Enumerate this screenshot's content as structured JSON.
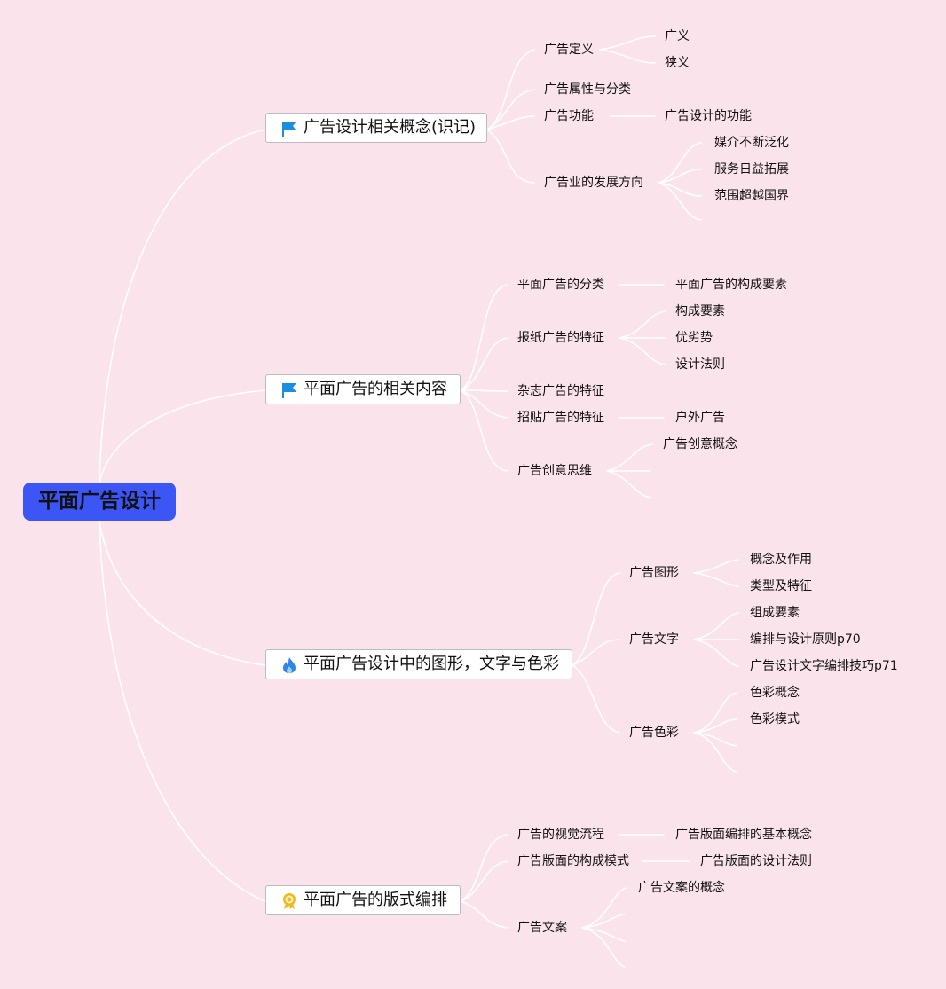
{
  "root": {
    "label": "平面广告设计"
  },
  "branches": [
    {
      "id": "b1",
      "label": "广告设计相关概念(识记)",
      "icon": "flag-icon"
    },
    {
      "id": "b2",
      "label": "平面广告的相关内容",
      "icon": "flag-icon"
    },
    {
      "id": "b3",
      "label": "平面广告设计中的图形，文字与色彩",
      "icon": "fire-icon"
    },
    {
      "id": "b4",
      "label": "平面广告的版式编排",
      "icon": "award-ribbon-icon"
    }
  ],
  "b1": {
    "definition": {
      "label": "广告定义",
      "children": [
        "广义",
        "狭义"
      ]
    },
    "attributes": {
      "label": "广告属性与分类"
    },
    "function": {
      "label": "广告功能",
      "children": [
        "广告设计的功能"
      ]
    },
    "development": {
      "label": "广告业的发展方向",
      "children": [
        "媒介不断泛化",
        "服务日益拓展",
        "范围超越国界"
      ]
    }
  },
  "b2": {
    "classification": {
      "label": "平面广告的分类",
      "children": [
        "平面广告的构成要素"
      ]
    },
    "newspaper": {
      "label": "报纸广告的特征",
      "children": [
        "构成要素",
        "优劣势",
        "设计法则"
      ]
    },
    "magazine": {
      "label": "杂志广告的特征"
    },
    "poster": {
      "label": "招贴广告的特征",
      "children": [
        "户外广告"
      ]
    },
    "creative": {
      "label": "广告创意思维",
      "children": [
        "广告创意概念"
      ]
    }
  },
  "b3": {
    "graphics": {
      "label": "广告图形",
      "children": [
        "概念及作用",
        "类型及特征"
      ]
    },
    "text": {
      "label": "广告文字",
      "children": [
        "组成要素",
        "编排与设计原则p70",
        "广告设计文字编排技巧p71"
      ]
    },
    "color": {
      "label": "广告色彩",
      "children": [
        "色彩概念",
        "色彩模式"
      ]
    }
  },
  "b4": {
    "visual_flow": {
      "label": "广告的视觉流程",
      "children": [
        "广告版面编排的基本概念"
      ]
    },
    "layout_mode": {
      "label": "广告版面的构成模式",
      "children": [
        "广告版面的设计法则"
      ]
    },
    "copy": {
      "label": "广告文案",
      "children": [
        "广告文案的概念"
      ]
    }
  },
  "colors": {
    "background": "#fae3ea",
    "root_fill": "#3c56f5",
    "connector": "#ffffff",
    "branch_border": "#b8bcc6",
    "flag_icon": "#1a8fe0",
    "fire_icon": "#2f86e6",
    "award_icon": "#f2b81b"
  }
}
